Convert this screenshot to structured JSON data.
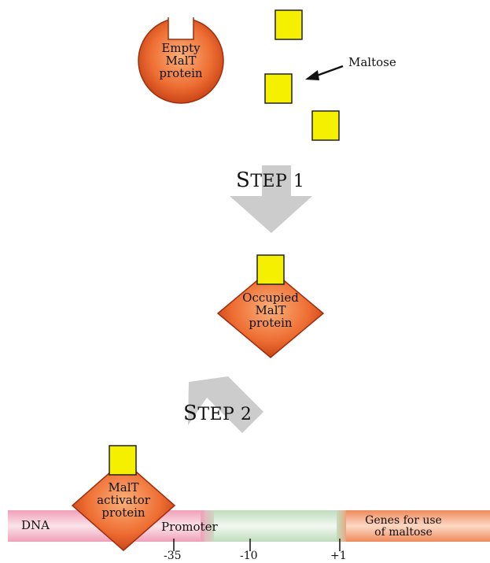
{
  "labels": {
    "empty_protein": [
      "Empty",
      "MalT",
      "protein"
    ],
    "maltose": "Maltose",
    "step1": {
      "first": "S",
      "rest": "TEP 1"
    },
    "occupied_protein": [
      "Occupied",
      "MalT",
      "protein"
    ],
    "step2": {
      "first": "S",
      "rest": "TEP 2"
    },
    "activator_protein": [
      "MalT",
      "activator",
      "protein"
    ],
    "dna": "DNA",
    "promoter": "Promoter",
    "genes": [
      "Genes for use",
      "of maltose"
    ]
  },
  "positions": [
    "-35",
    "-10",
    "+1"
  ],
  "colors": {
    "maltose_fill": "#f5ef00",
    "protein_edge": "#c23a10",
    "protein_center": "#f9b07a",
    "arrow_gray": "#cccccc",
    "dna_pink": "#f5b6c8",
    "promoter_green": "#d9ecd6",
    "genes_orange": "#f4a37c"
  }
}
